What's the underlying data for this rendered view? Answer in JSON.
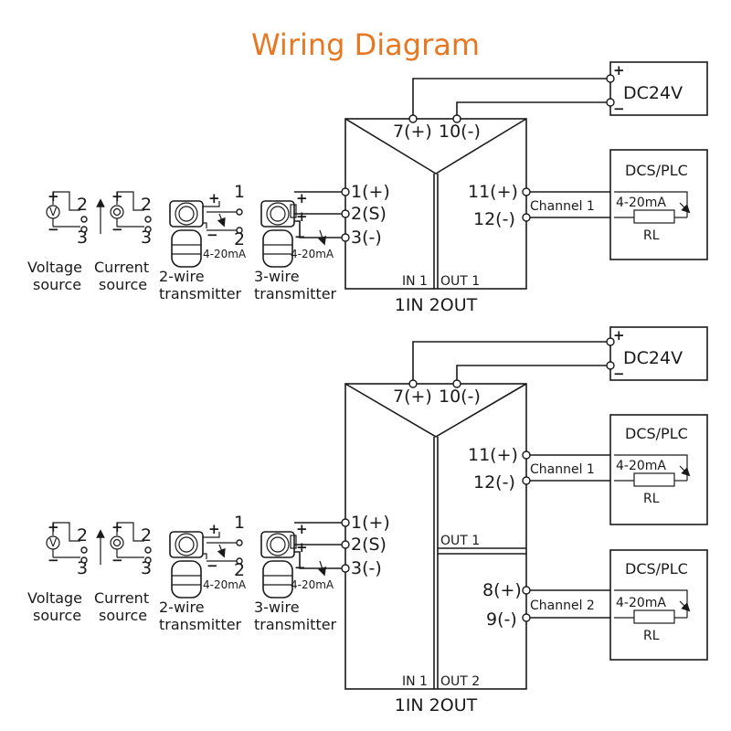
{
  "title": "Wiring Diagram",
  "dc_supply": {
    "label": "DC24V",
    "plus": "+",
    "minus": "−"
  },
  "power_terminals": {
    "pos": "7(+)",
    "neg": "10(-)"
  },
  "inputs": {
    "t1": "1(+)",
    "t2": "2(S)",
    "t3": "3(-)"
  },
  "plus": "+",
  "minus": "−",
  "ma": "4-20mA",
  "dcs_label": "DCS/PLC",
  "rl_label": "RL",
  "sources": {
    "num1": "1",
    "num2": "2",
    "num3": "3",
    "voltage_line1": "Voltage",
    "voltage_line2": "source",
    "current_line1": "Current",
    "current_line2": "source",
    "twowire_line1": "2-wire",
    "twowire_line2": "transmitter",
    "threewire_line1": "3-wire",
    "threewire_line2": "transmitter",
    "v_symbol": "V"
  },
  "module1": {
    "model": "1IN 2OUT",
    "ch1_pos": "11(+)",
    "ch1_neg": "12(-)",
    "channel1": "Channel 1",
    "bottom_in": "IN 1",
    "bottom_out": "OUT 1"
  },
  "module2": {
    "model": "1IN 2OUT",
    "ch1_pos": "11(+)",
    "ch1_neg": "12(-)",
    "channel1": "Channel 1",
    "out1": "OUT 1",
    "ch2_pos": "8(+)",
    "ch2_neg": "9(-)",
    "channel2": "Channel 2",
    "bottom_in": "IN 1",
    "bottom_out": "OUT 2"
  },
  "colors": {
    "title": "#e87722",
    "line": "#1a1a1a",
    "transmitter_fill": "#ffffff"
  }
}
